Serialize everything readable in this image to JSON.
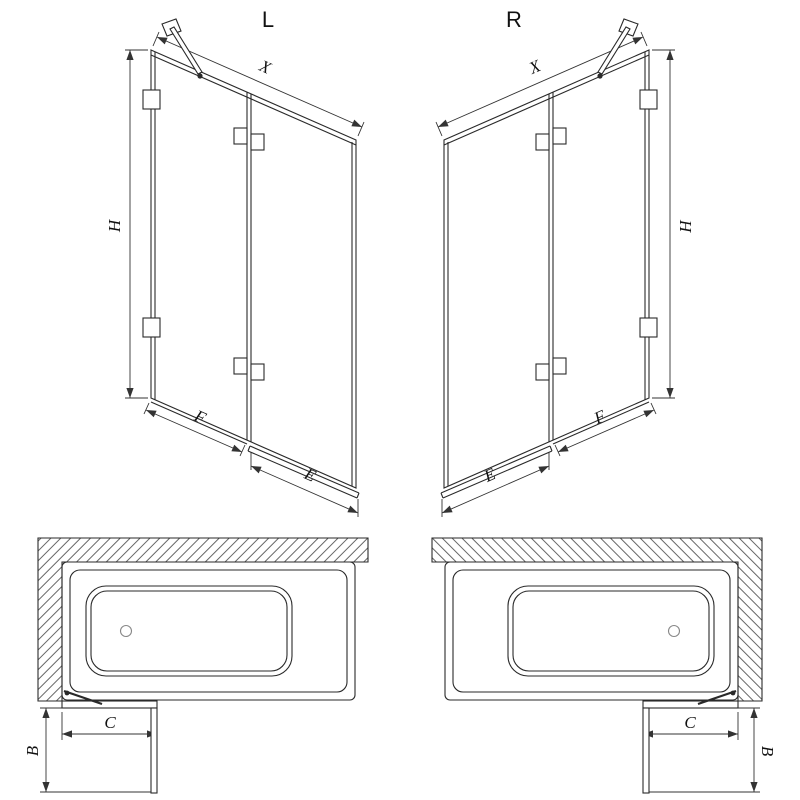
{
  "diagram": {
    "left": {
      "label": "L",
      "dims": {
        "x": "X",
        "h": "H",
        "f": "F",
        "e": "E"
      },
      "plan": {
        "c": "C",
        "b": "B"
      }
    },
    "right": {
      "label": "R",
      "dims": {
        "x": "X",
        "h": "H",
        "f": "F",
        "e": "E"
      },
      "plan": {
        "c": "C",
        "b": "B"
      }
    }
  },
  "colors": {
    "line": "#2a2a2a",
    "dimension": "#333333",
    "background": "#ffffff"
  }
}
